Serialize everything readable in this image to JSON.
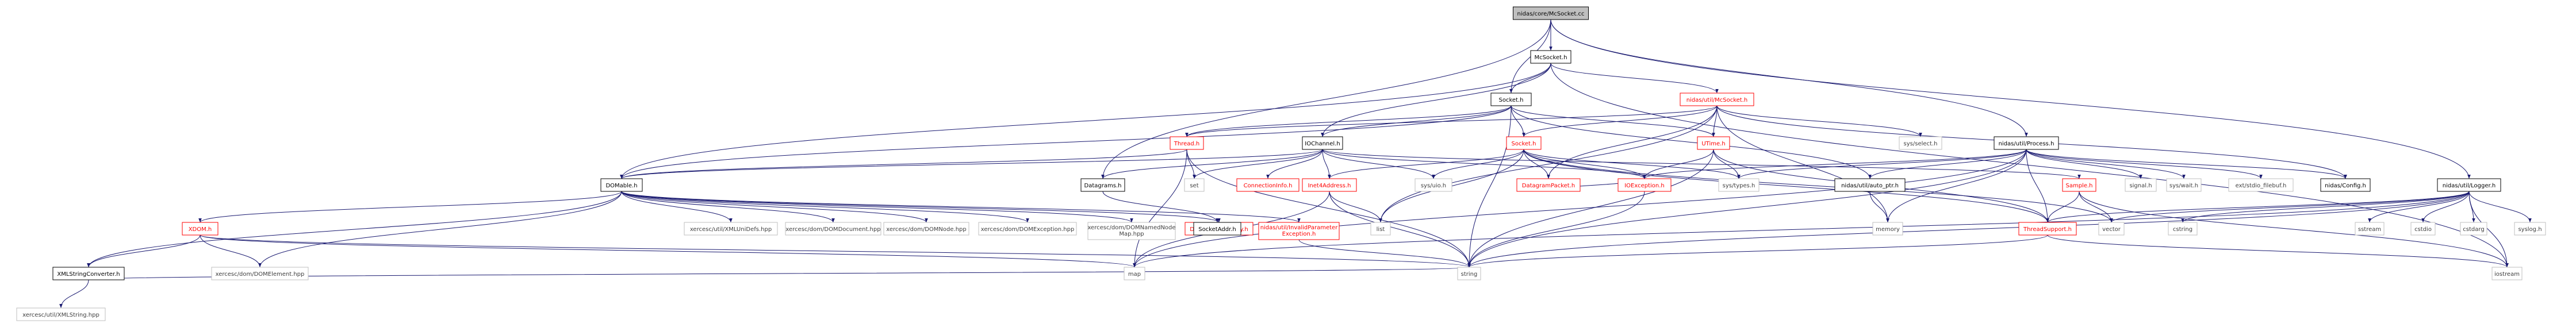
{
  "colors": {
    "edge": "#191970",
    "node_fill": "#ffffff",
    "node_border": "#000000",
    "text": "#000000",
    "highlight_border": "#ff0000",
    "highlight_text": "#ff0000",
    "root_fill": "#bfbfbf",
    "external_border": "#bfbfbf",
    "external_text": "#404040"
  },
  "nodes": [
    {
      "id": "root",
      "label": "nidas/core/McSocket.cc",
      "kind": "root"
    },
    {
      "id": "mcsocket_h",
      "label": "McSocket.h",
      "kind": "local"
    },
    {
      "id": "socket_h",
      "label": "Socket.h",
      "kind": "local"
    },
    {
      "id": "util_mcsocket_h",
      "label": "nidas/util/McSocket.h",
      "kind": "highlight"
    },
    {
      "id": "thread_h",
      "label": "Thread.h",
      "kind": "highlight"
    },
    {
      "id": "iochannel_h",
      "label": "IOChannel.h",
      "kind": "local"
    },
    {
      "id": "util_socket_h",
      "label": "Socket.h",
      "kind": "highlight"
    },
    {
      "id": "utime_h",
      "label": "UTime.h",
      "kind": "highlight"
    },
    {
      "id": "sys_select_h",
      "label": "sys/select.h",
      "kind": "external"
    },
    {
      "id": "util_process_h",
      "label": "nidas/util/Process.h",
      "kind": "local"
    },
    {
      "id": "domable_h",
      "label": "DOMable.h",
      "kind": "local"
    },
    {
      "id": "datagrams_h",
      "label": "Datagrams.h",
      "kind": "local"
    },
    {
      "id": "set",
      "label": "set",
      "kind": "external"
    },
    {
      "id": "connectioninfo_h",
      "label": "ConnectionInfo.h",
      "kind": "highlight"
    },
    {
      "id": "inet4address_h",
      "label": "Inet4Address.h",
      "kind": "highlight"
    },
    {
      "id": "sys_uio_h",
      "label": "sys/uio.h",
      "kind": "external"
    },
    {
      "id": "datagrampacket_h",
      "label": "DatagramPacket.h",
      "kind": "highlight"
    },
    {
      "id": "ioexception_h",
      "label": "IOException.h",
      "kind": "highlight"
    },
    {
      "id": "sys_types_h",
      "label": "sys/types.h",
      "kind": "external"
    },
    {
      "id": "auto_ptr_h",
      "label": "nidas/util/auto_ptr.h",
      "kind": "local"
    },
    {
      "id": "sample_h",
      "label": "Sample.h",
      "kind": "highlight"
    },
    {
      "id": "signal_h",
      "label": "signal.h",
      "kind": "external"
    },
    {
      "id": "sys_wait_h",
      "label": "sys/wait.h",
      "kind": "external"
    },
    {
      "id": "stdio_filebuf_h",
      "label": "ext/stdio_filebuf.h",
      "kind": "external"
    },
    {
      "id": "config_h",
      "label": "nidas/Config.h",
      "kind": "local"
    },
    {
      "id": "logger_h",
      "label": "nidas/util/Logger.h",
      "kind": "local"
    },
    {
      "id": "xerces_xmlunidefs",
      "label": "xercesc/util/XMLUniDefs.hpp",
      "kind": "external"
    },
    {
      "id": "xerces_domdocument",
      "label": "xercesc/dom/DOMDocument.hpp",
      "kind": "external"
    },
    {
      "id": "xerces_domnode",
      "label": "xercesc/dom/DOMNode.hpp",
      "kind": "external"
    },
    {
      "id": "xerces_domexception",
      "label": "xercesc/dom/DOMException.hpp",
      "kind": "external"
    },
    {
      "id": "xerces_domnamednodemap",
      "label": "xercesc/dom/DOMNamedNode\nMap.hpp",
      "kind": "external"
    },
    {
      "id": "domobjectfactory_h",
      "label": "DOMObjectFactory.h",
      "kind": "highlight"
    },
    {
      "id": "invalidparameter_h",
      "label": "nidas/util/InvalidParameter\nException.h",
      "kind": "highlight"
    },
    {
      "id": "xdom_h",
      "label": "XDOM.h",
      "kind": "highlight"
    },
    {
      "id": "socketaddr_h",
      "label": "SocketAddr.h",
      "kind": "local"
    },
    {
      "id": "list",
      "label": "list",
      "kind": "external"
    },
    {
      "id": "memory",
      "label": "memory",
      "kind": "external"
    },
    {
      "id": "threadsupport_h",
      "label": "ThreadSupport.h",
      "kind": "highlight"
    },
    {
      "id": "vector",
      "label": "vector",
      "kind": "external"
    },
    {
      "id": "cstring",
      "label": "cstring",
      "kind": "external"
    },
    {
      "id": "sstream",
      "label": "sstream",
      "kind": "external"
    },
    {
      "id": "cstdio",
      "label": "cstdio",
      "kind": "external"
    },
    {
      "id": "cstdarg",
      "label": "cstdarg",
      "kind": "external"
    },
    {
      "id": "syslog_h",
      "label": "syslog.h",
      "kind": "external"
    },
    {
      "id": "xmlstringconverter_h",
      "label": "XMLStringConverter.h",
      "kind": "local"
    },
    {
      "id": "xerces_domelement",
      "label": "xercesc/dom/DOMElement.hpp",
      "kind": "external"
    },
    {
      "id": "map",
      "label": "map",
      "kind": "external"
    },
    {
      "id": "string",
      "label": "string",
      "kind": "external"
    },
    {
      "id": "iostream",
      "label": "iostream",
      "kind": "external"
    },
    {
      "id": "xerces_xmlstring",
      "label": "xercesc/util/XMLString.hpp",
      "kind": "external"
    }
  ],
  "edges": [
    [
      "root",
      "mcsocket_h"
    ],
    [
      "root",
      "socket_h"
    ],
    [
      "root",
      "datagrams_h"
    ],
    [
      "root",
      "util_process_h"
    ],
    [
      "root",
      "logger_h"
    ],
    [
      "mcsocket_h",
      "util_mcsocket_h"
    ],
    [
      "mcsocket_h",
      "socket_h"
    ],
    [
      "mcsocket_h",
      "domable_h"
    ],
    [
      "mcsocket_h",
      "iochannel_h"
    ],
    [
      "mcsocket_h",
      "iostream"
    ],
    [
      "socket_h",
      "iochannel_h"
    ],
    [
      "socket_h",
      "util_socket_h"
    ],
    [
      "socket_h",
      "thread_h"
    ],
    [
      "socket_h",
      "domable_h"
    ],
    [
      "socket_h",
      "auto_ptr_h"
    ],
    [
      "socket_h",
      "string"
    ],
    [
      "socket_h",
      "utime_h"
    ],
    [
      "util_mcsocket_h",
      "util_socket_h"
    ],
    [
      "util_mcsocket_h",
      "thread_h"
    ],
    [
      "util_mcsocket_h",
      "utime_h"
    ],
    [
      "util_mcsocket_h",
      "sys_select_h"
    ],
    [
      "util_mcsocket_h",
      "datagrampacket_h"
    ],
    [
      "util_mcsocket_h",
      "memory"
    ],
    [
      "util_mcsocket_h",
      "list"
    ],
    [
      "util_mcsocket_h",
      "config_h"
    ],
    [
      "iochannel_h",
      "domable_h"
    ],
    [
      "iochannel_h",
      "datagrams_h"
    ],
    [
      "iochannel_h",
      "set"
    ],
    [
      "iochannel_h",
      "connectioninfo_h"
    ],
    [
      "iochannel_h",
      "inet4address_h"
    ],
    [
      "iochannel_h",
      "sys_uio_h"
    ],
    [
      "iochannel_h",
      "ioexception_h"
    ],
    [
      "iochannel_h",
      "sample_h"
    ],
    [
      "util_socket_h",
      "inet4address_h"
    ],
    [
      "util_socket_h",
      "datagrampacket_h"
    ],
    [
      "util_socket_h",
      "ioexception_h"
    ],
    [
      "util_socket_h",
      "sys_types_h"
    ],
    [
      "util_socket_h",
      "sys_uio_h"
    ],
    [
      "util_socket_h",
      "threadsupport_h"
    ],
    [
      "util_socket_h",
      "vector"
    ],
    [
      "util_socket_h",
      "list"
    ],
    [
      "utime_h",
      "sys_types_h"
    ],
    [
      "utime_h",
      "ioexception_h"
    ],
    [
      "utime_h",
      "string"
    ],
    [
      "utime_h",
      "threadsupport_h"
    ],
    [
      "thread_h",
      "domable_h"
    ],
    [
      "thread_h",
      "set"
    ],
    [
      "thread_h",
      "map"
    ],
    [
      "thread_h",
      "string"
    ],
    [
      "util_process_h",
      "ioexception_h"
    ],
    [
      "util_process_h",
      "auto_ptr_h"
    ],
    [
      "util_process_h",
      "threadsupport_h"
    ],
    [
      "util_process_h",
      "signal_h"
    ],
    [
      "util_process_h",
      "sys_wait_h"
    ],
    [
      "util_process_h",
      "stdio_filebuf_h"
    ],
    [
      "util_process_h",
      "memory"
    ],
    [
      "util_process_h",
      "string"
    ],
    [
      "util_process_h",
      "map"
    ],
    [
      "util_process_h",
      "config_h"
    ],
    [
      "util_process_h",
      "sys_types_h"
    ],
    [
      "domable_h",
      "xerces_xmlunidefs"
    ],
    [
      "domable_h",
      "xerces_domdocument"
    ],
    [
      "domable_h",
      "xerces_domnode"
    ],
    [
      "domable_h",
      "xerces_domexception"
    ],
    [
      "domable_h",
      "xerces_domnamednodemap"
    ],
    [
      "domable_h",
      "domobjectfactory_h"
    ],
    [
      "domable_h",
      "invalidparameter_h"
    ],
    [
      "domable_h",
      "xdom_h"
    ],
    [
      "domable_h",
      "xmlstringconverter_h"
    ],
    [
      "domable_h",
      "xerces_domelement"
    ],
    [
      "datagrams_h",
      "socketaddr_h"
    ],
    [
      "inet4address_h",
      "list"
    ],
    [
      "inet4address_h",
      "map"
    ],
    [
      "inet4address_h",
      "string"
    ],
    [
      "datagrampacket_h",
      "ioexception_h"
    ],
    [
      "ioexception_h",
      "string"
    ],
    [
      "auto_ptr_h",
      "memory"
    ],
    [
      "sample_h",
      "threadsupport_h"
    ],
    [
      "sample_h",
      "vector"
    ],
    [
      "sample_h",
      "iostream"
    ],
    [
      "logger_h",
      "threadsupport_h"
    ],
    [
      "logger_h",
      "sstream"
    ],
    [
      "logger_h",
      "cstdio"
    ],
    [
      "logger_h",
      "cstdarg"
    ],
    [
      "logger_h",
      "syslog_h"
    ],
    [
      "logger_h",
      "string"
    ],
    [
      "logger_h",
      "iostream"
    ],
    [
      "logger_h",
      "vector"
    ],
    [
      "logger_h",
      "cstring"
    ],
    [
      "logger_h",
      "map"
    ],
    [
      "invalidparameter_h",
      "string"
    ],
    [
      "xdom_h",
      "xmlstringconverter_h"
    ],
    [
      "xdom_h",
      "xerces_domelement"
    ],
    [
      "xdom_h",
      "map"
    ],
    [
      "xdom_h",
      "string"
    ],
    [
      "xmlstringconverter_h",
      "xerces_xmlstring"
    ],
    [
      "xmlstringconverter_h",
      "string"
    ],
    [
      "threadsupport_h",
      "string"
    ],
    [
      "threadsupport_h",
      "iostream"
    ],
    [
      "map",
      "map"
    ]
  ]
}
